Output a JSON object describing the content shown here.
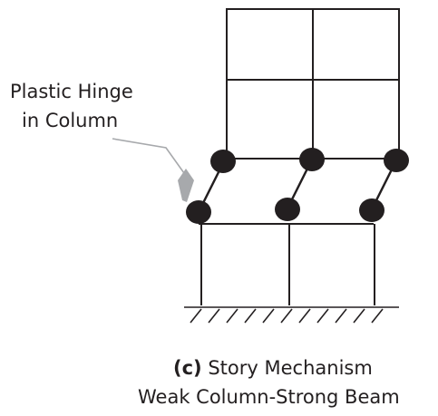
{
  "callout": {
    "line1": "Plastic Hinge",
    "line2": "in Column"
  },
  "caption": {
    "tag": "(c)",
    "title": "Story Mechanism",
    "subtitle": "Weak Column-Strong Beam"
  },
  "colors": {
    "ink": "#231f20",
    "pointer": "#a7a9ac"
  }
}
